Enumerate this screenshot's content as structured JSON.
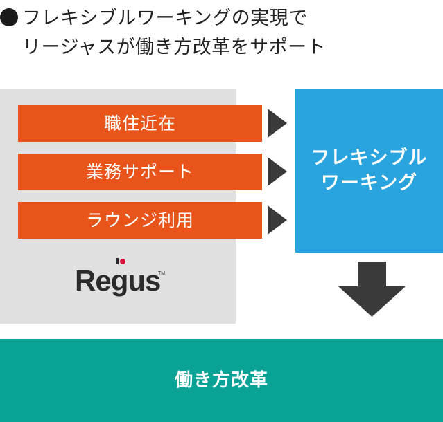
{
  "heading": {
    "line1": "フレキシブルワーキングの実現で",
    "line2": "リージャスが働き方改革をサポート"
  },
  "services": [
    {
      "label": "職住近在"
    },
    {
      "label": "業務サポート"
    },
    {
      "label": "ラウンジ利用"
    }
  ],
  "flexible_working": {
    "line1": "フレキシブル",
    "line2": "ワーキング"
  },
  "logo": {
    "text": "Regus",
    "tm": "TM"
  },
  "result": {
    "label": "働き方改革"
  },
  "colors": {
    "orange": "#e8541a",
    "blue": "#29a4de",
    "teal": "#0aa294",
    "gray_panel": "#e1e1e1",
    "arrow": "#3a3a3a",
    "logo_accent": "#d6103b"
  },
  "icons": {
    "bullet": "filled-circle",
    "right_arrow": "triangle-right",
    "down_arrow": "block-arrow-down"
  }
}
